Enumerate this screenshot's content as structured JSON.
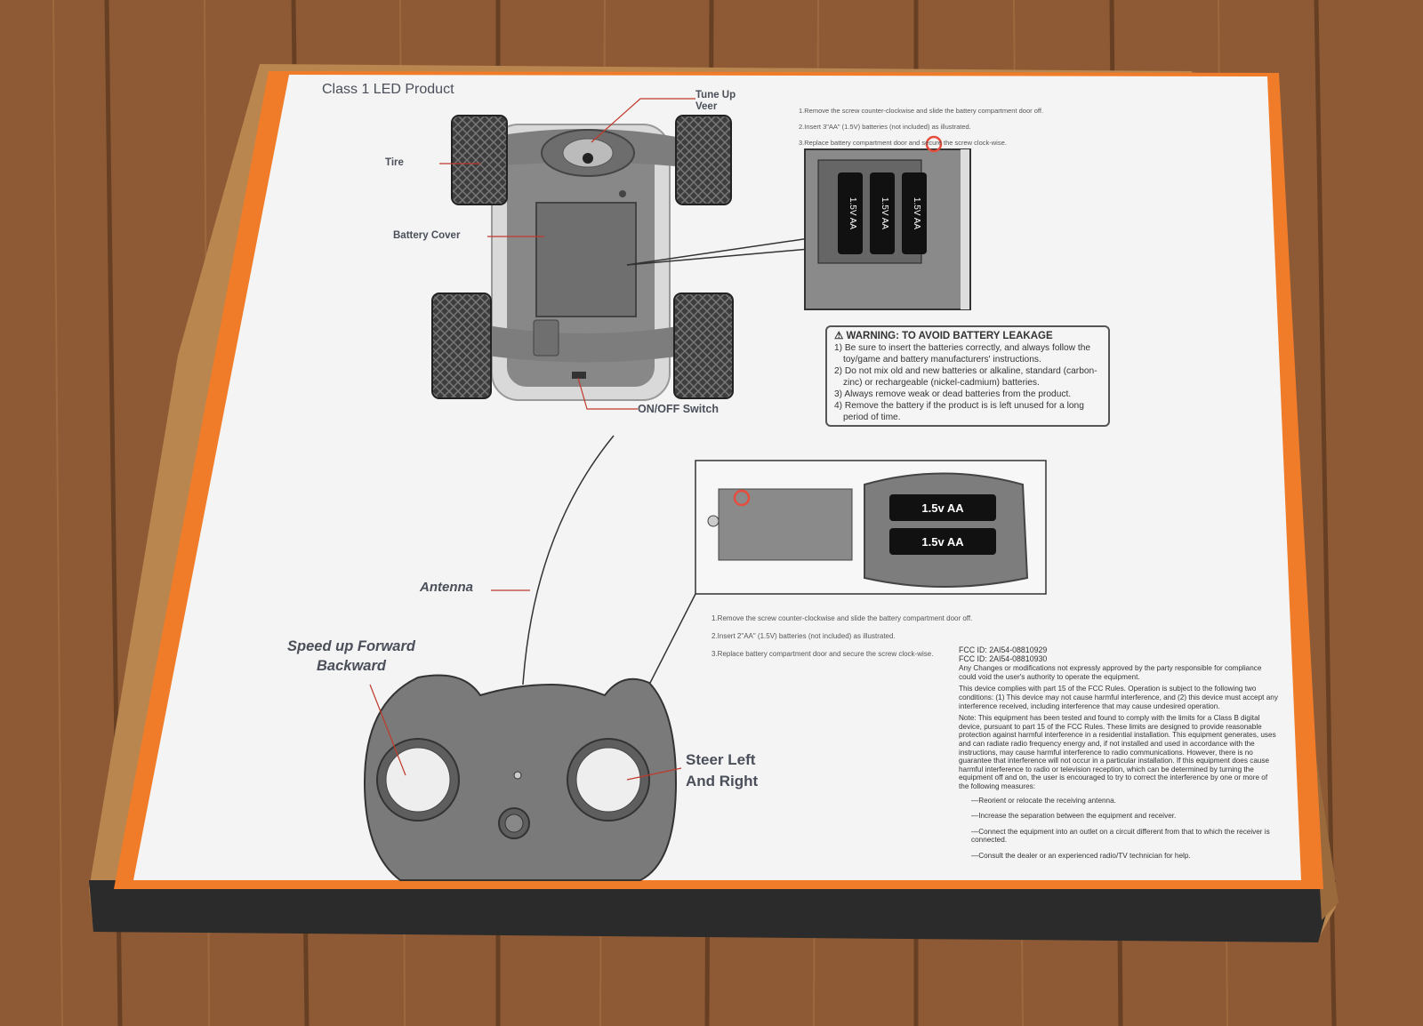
{
  "photo": {
    "colors": {
      "wood": "#8a5a36",
      "cardboard": "#b8834e",
      "orange": "#f07c2a",
      "label": "#f4f4f4",
      "ink": "#4a4f5a"
    }
  },
  "label": {
    "heading": "Class 1 LED Product",
    "car_callouts": {
      "tune_up_line1": "Tune Up",
      "tune_up_line2": "Veer",
      "tire": "Tire",
      "battery_cover": "Battery Cover",
      "on_off_switch": "ON/OFF Switch"
    },
    "car_instructions": [
      "1.Remove the screw counter-clockwise and slide the battery compartment door off.",
      "2.Insert 3\"AA\" (1.5V) batteries (not included) as illustrated.",
      "3.Replace battery compartment door and secure the screw clock-wise."
    ],
    "car_battery_text": "1.5V AA",
    "warning": {
      "title": "WARNING: TO AVOID BATTERY LEAKAGE",
      "items": [
        "1) Be sure to insert the batteries correctly, and always follow the toy/game and battery manufacturers' instructions.",
        "2) Do not mix old and new batteries or alkaline, standard (carbon-zinc) or rechargeable (nickel-cadmium) batteries.",
        "3) Always remove weak or dead batteries from the product.",
        "4) Remove the battery if the product is is left unused for a long period of time."
      ]
    },
    "remote_battery_text": "1.5v AA",
    "remote_instructions": [
      "1.Remove the screw counter-clockwise and slide the battery compartment door off.",
      "2.Insert 2\"AA\" (1.5V) batteries (not included) as illustrated.",
      "3.Replace battery compartment door and secure the screw clock-wise."
    ],
    "remote_callouts": {
      "antenna": "Antenna",
      "speed_line1": "Speed up Forward",
      "speed_line2": "Backward",
      "steer_line1": "Steer Left",
      "steer_line2": "And Right"
    },
    "fcc": {
      "id1": "FCC ID: 2AI54-08810929",
      "id2": "FCC ID: 2AI54-08810930",
      "changes": "Any Changes or modifications not expressly approved by the party responsible for compliance could void the user's authority to operate the equipment.",
      "part15": "This device complies with part 15 of the FCC Rules. Operation is subject to the following two conditions: (1) This device may not cause harmful interference, and (2) this device must accept any interference received, including interference that may cause undesired operation.",
      "note": "Note: This equipment has been tested and found to comply with the limits for a Class B digital device, pursuant to part 15 of the FCC Rules. These limits are designed to provide reasonable protection against harmful interference in a residential installation. This equipment generates, uses and can radiate radio frequency energy and, if not installed and used in accordance with the instructions, may cause harmful interference to radio communications. However, there is no guarantee that interference will not occur in a particular installation. If this equipment does cause harmful interference to radio or television reception, which can be determined by turning the equipment off and on, the user is encouraged to try to correct the interference by one or more of the following measures:",
      "measures": [
        "—Reorient or relocate the receiving antenna.",
        "—Increase the separation between the equipment and receiver.",
        "—Connect the equipment into an outlet on a circuit different from that to which the receiver is connected.",
        "—Consult the dealer or an experienced radio/TV technician for help."
      ]
    }
  }
}
